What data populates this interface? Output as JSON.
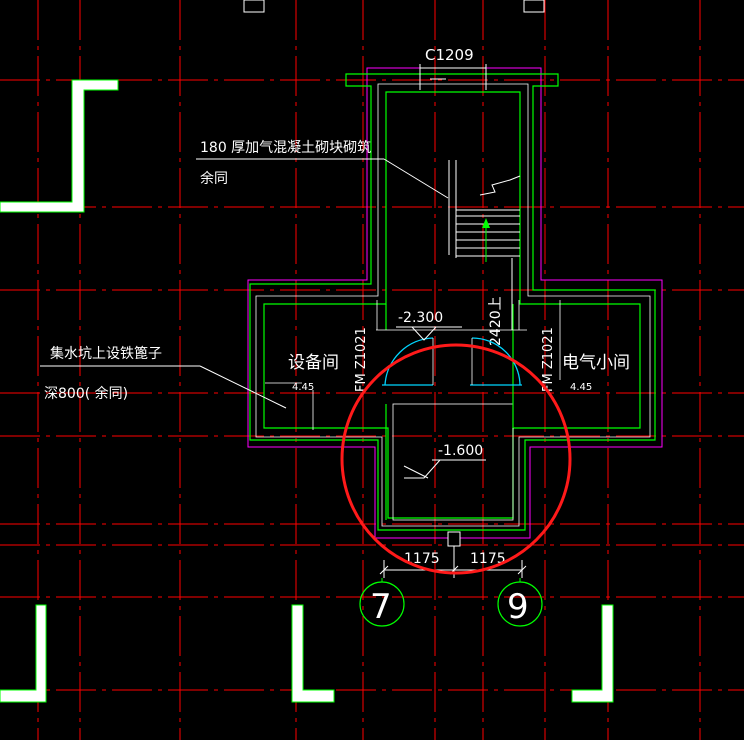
{
  "drawing": {
    "window_tag": "C1209",
    "wall_note_line1": "180  厚加气混凝土砌块砌筑",
    "wall_note_line2": "余同",
    "sump_note_line1": "集水坑上设铁篦子",
    "sump_note_line2": "深800(    余同)",
    "room_left": "设备间",
    "room_left_level": "4.45",
    "room_right": "电气小间",
    "room_right_level": "4.45",
    "door_left": "FM Z1021",
    "door_right": "FM Z1021",
    "level_upper": "-2.300",
    "level_lower": "-1.600",
    "stair_label": "2420上",
    "dim_left": "1175",
    "dim_right": "1175",
    "axis_a": "7",
    "axis_b": "9"
  },
  "colors": {
    "background": "#000000",
    "grid": "#ff0000",
    "wall_white": "#ffffff",
    "wall_green": "#00ff00",
    "outline_magenta": "#ff00ff",
    "door_cyan": "#00d5ff",
    "highlight_circle": "#ff0000",
    "axis_bubble": "#00ff00"
  }
}
